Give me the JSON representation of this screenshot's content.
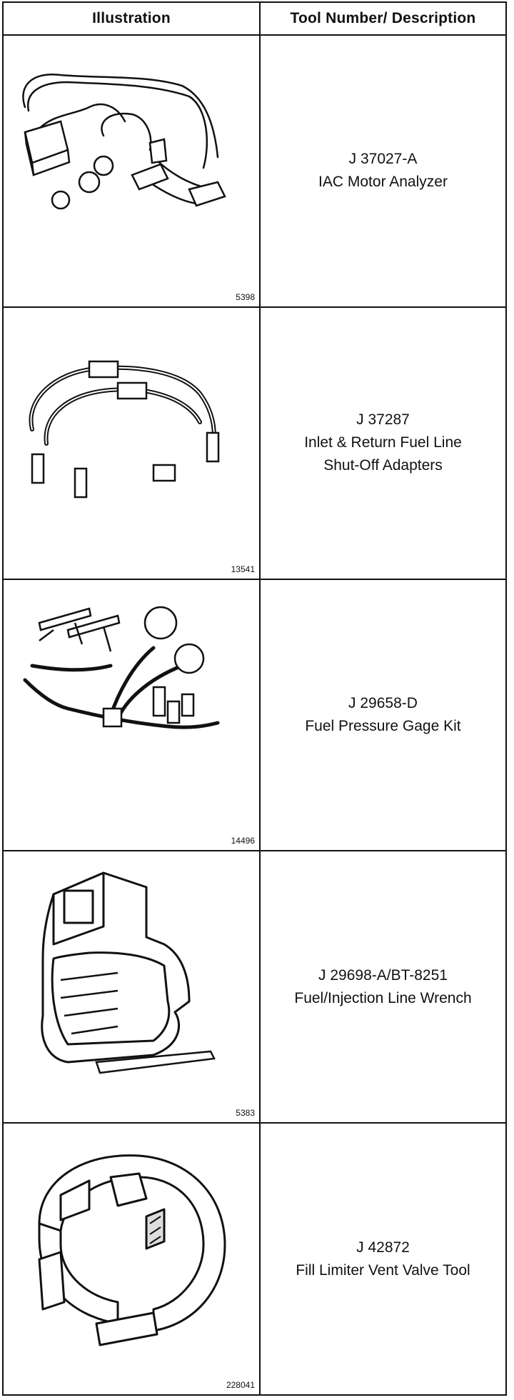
{
  "header": {
    "illustration": "Illustration",
    "tool": "Tool Number/ Description"
  },
  "rows": [
    {
      "figure": "5398",
      "number": "J 37027-A",
      "description_lines": [
        "IAC Motor Analyzer"
      ],
      "icon": "iac-motor-analyzer-icon"
    },
    {
      "figure": "13541",
      "number": "J 37287",
      "description_lines": [
        "Inlet & Return Fuel Line",
        "Shut-Off Adapters"
      ],
      "icon": "fuel-line-adapters-icon"
    },
    {
      "figure": "14496",
      "number": "J 29658-D",
      "description_lines": [
        "Fuel Pressure Gage Kit"
      ],
      "icon": "fuel-pressure-gage-kit-icon"
    },
    {
      "figure": "5383",
      "number": "J 29698-A/BT-8251",
      "description_lines": [
        "Fuel/Injection Line Wrench"
      ],
      "icon": "line-wrench-icon"
    },
    {
      "figure": "228041",
      "number": "J 42872",
      "description_lines": [
        "Fill Limiter Vent Valve Tool"
      ],
      "icon": "vent-valve-tool-icon"
    }
  ]
}
